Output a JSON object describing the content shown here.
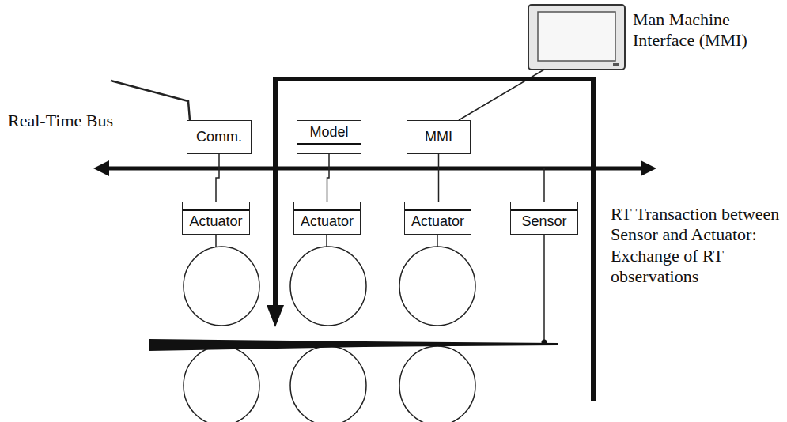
{
  "diagram": {
    "nodes": [
      {
        "text": [
          "Comm."
        ]
      },
      {
        "text": [
          "Model"
        ]
      },
      {
        "text": [
          "MMI"
        ]
      },
      {
        "text": [
          "Actuator"
        ]
      },
      {
        "text": [
          "Actuator"
        ]
      },
      {
        "text": [
          "Actuator"
        ]
      },
      {
        "text": [
          "Sensor"
        ]
      }
    ],
    "edges": [
      {
        "from": 0,
        "to": 3,
        "arrow": "none"
      },
      {
        "from": 1,
        "to": 4,
        "arrow": "none"
      },
      {
        "from": 2,
        "to": 5,
        "arrow": "none"
      }
    ],
    "labels": [
      "Man Machine Interface (MMI)",
      "Real-Time Bus",
      "RT Transaction between Sensor and Actuator: Exchange of RT observations"
    ]
  }
}
